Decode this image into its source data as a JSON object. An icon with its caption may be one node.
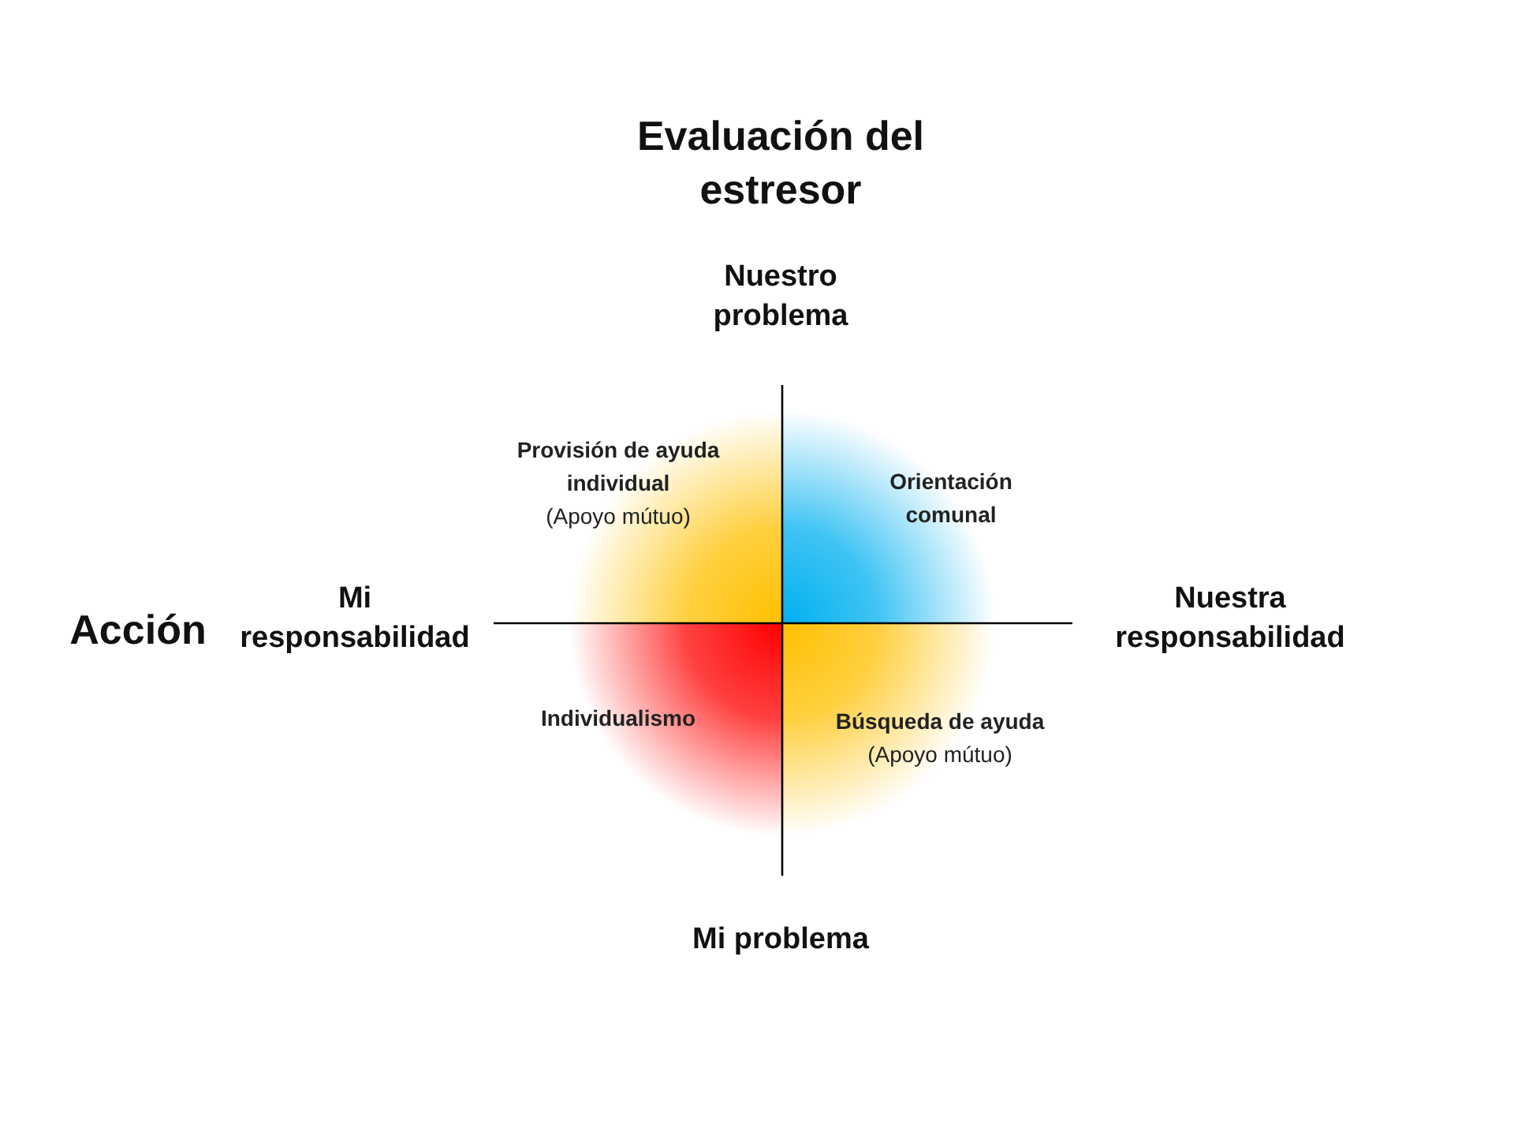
{
  "diagram": {
    "nodes": [
      {
        "text": [
          "Provisión de ayuda individual",
          "(Apoyo mútuo)"
        ]
      },
      {
        "text": [
          "Orientación comunal"
        ]
      },
      {
        "text": [
          "Individualismo"
        ]
      },
      {
        "text": [
          "Búsqueda de ayuda",
          "(Apoyo mútuo)"
        ]
      }
    ],
    "edges": [],
    "labels": [
      "Evaluación del estresor",
      "Nuestro problema",
      "Acción",
      "Mi responsabilidad",
      "Nuestra responsabilidad",
      "Mi problema"
    ]
  }
}
